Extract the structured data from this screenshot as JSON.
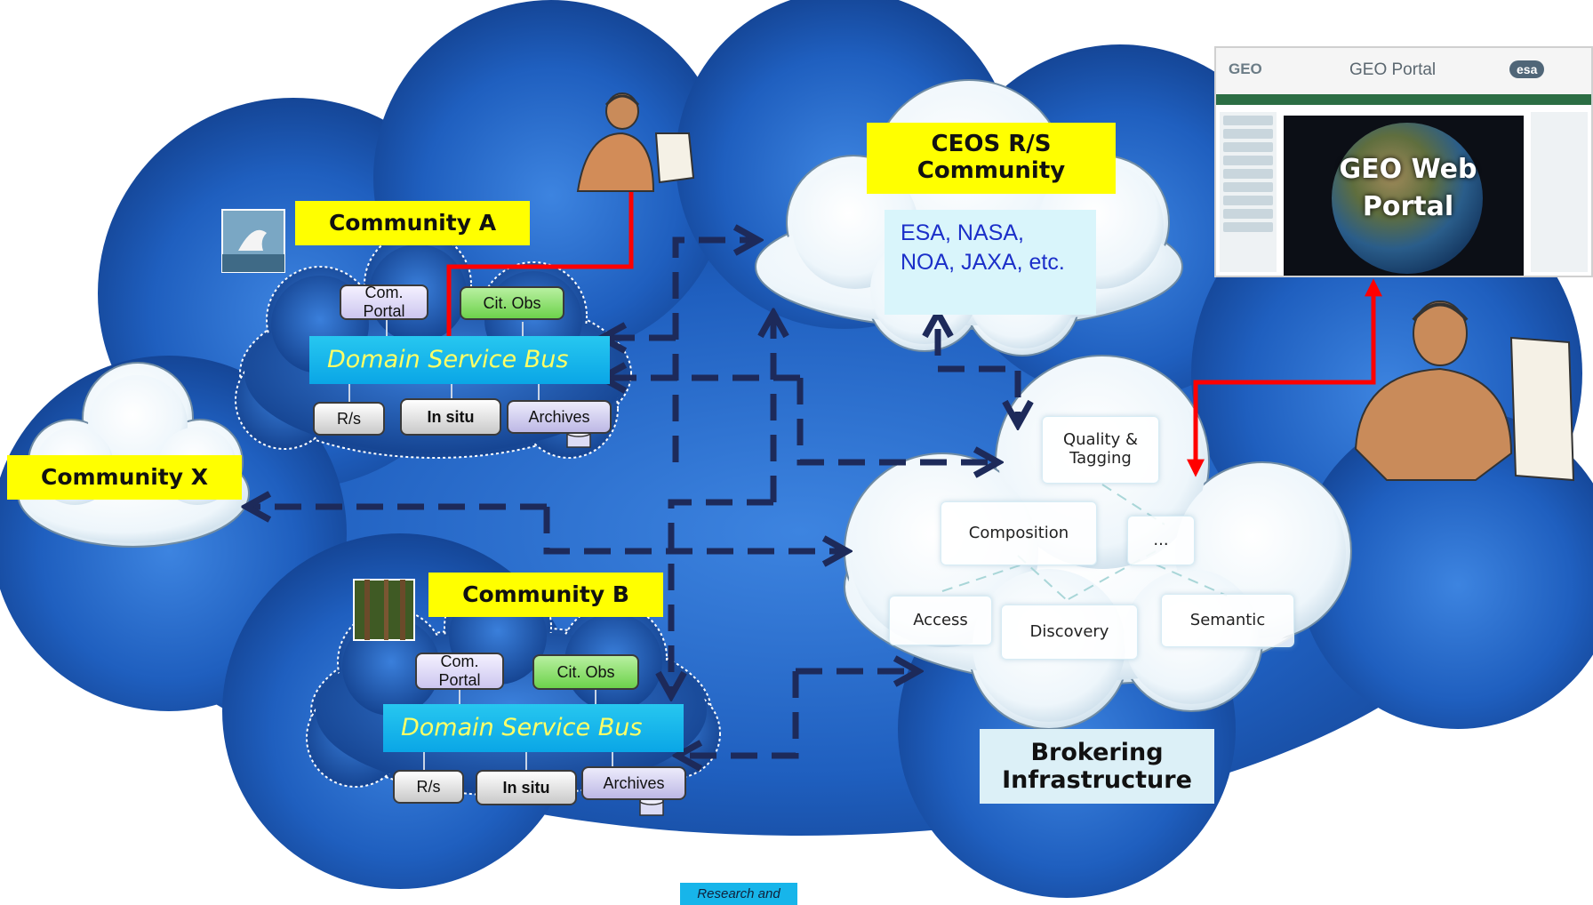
{
  "community_a": {
    "title": "Community A",
    "portal": "Com.\nPortal",
    "cit_obs": "Cit. Obs",
    "bus": "Domain Service Bus",
    "rs": "R/s",
    "insitu": "In situ",
    "archives": "Archives"
  },
  "community_b": {
    "title": "Community B",
    "portal": "Com.\nPortal",
    "cit_obs": "Cit. Obs",
    "bus": "Domain Service Bus",
    "rs": "R/s",
    "insitu": "In situ",
    "archives": "Archives"
  },
  "community_x": {
    "title": "Community X"
  },
  "ceos": {
    "title": "CEOS R/S\nCommunity",
    "agencies": "ESA, NASA,\nNOA, JAXA, etc."
  },
  "broker": {
    "title": "Brokering\nInfrastructure",
    "quality": "Quality &\nTagging",
    "composition": "Composition",
    "ellipsis": "...",
    "access": "Access",
    "discovery": "Discovery",
    "semantic": "Semantic"
  },
  "portal_screenshot": {
    "logo": "GEO",
    "title": "GEO Portal",
    "esa": "esa",
    "globe_text": "GEO Web\nPortal"
  },
  "footer": {
    "research": "Research and"
  },
  "colors": {
    "cloud_dark": "#1a4fa3",
    "cloud_mid": "#2c6fcf",
    "arrow_dark": "#1d2a5a",
    "arrow_red": "#ff0000",
    "highlight": "#ffff00",
    "bus": "#0aa6e6"
  }
}
